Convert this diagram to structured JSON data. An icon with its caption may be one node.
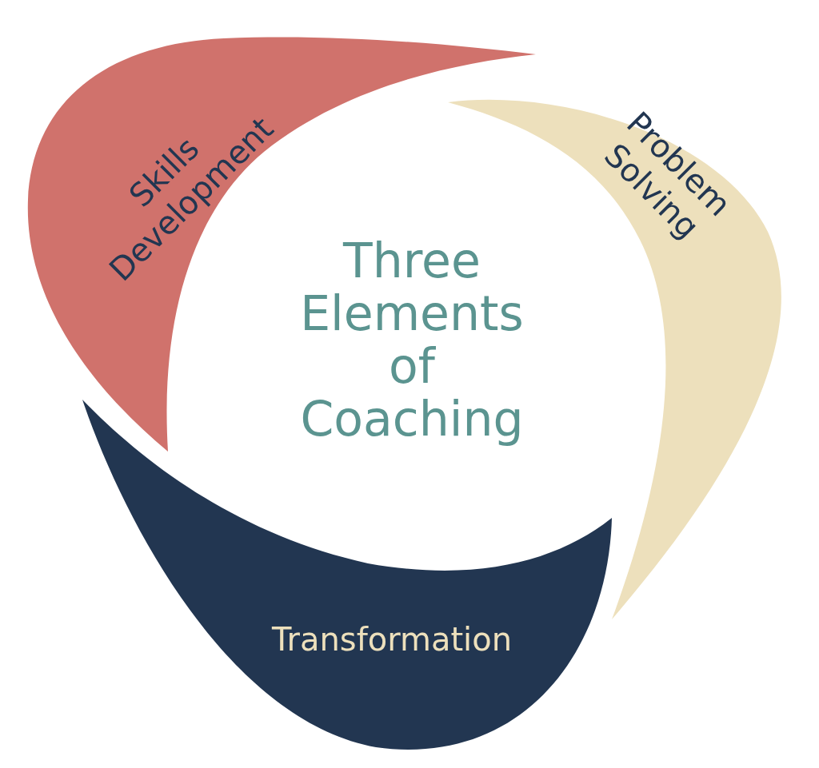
{
  "diagram": {
    "title": "Three Elements of Coaching",
    "nodes": [
      {
        "text": [
          "Skills Development"
        ]
      },
      {
        "text": [
          "Problem Solving"
        ]
      },
      {
        "text": [
          "Transformation"
        ]
      }
    ],
    "edges": []
  }
}
